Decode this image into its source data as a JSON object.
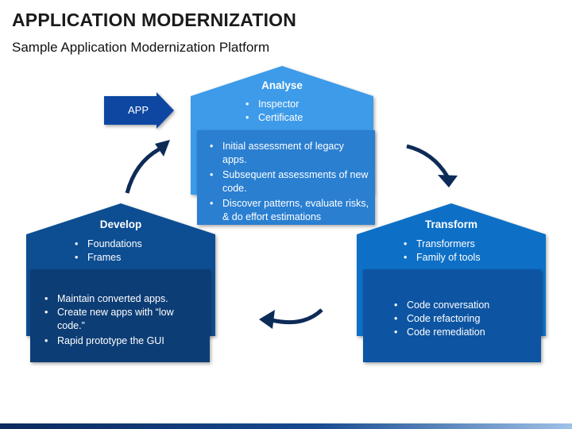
{
  "header": {
    "title": "APPLICATION MODERNIZATION",
    "subtitle": "Sample Application Modernization Platform"
  },
  "app_arrow": {
    "label": "APP"
  },
  "analyse": {
    "title": "Analyse",
    "items": [
      "Inspector",
      "Certificate"
    ],
    "details": [
      "Initial assessment of legacy apps.",
      "Subsequent assessments of new code.",
      "Discover patterns, evaluate risks, & do effort estimations"
    ]
  },
  "develop": {
    "title": "Develop",
    "items": [
      "Foundations",
      "Frames"
    ],
    "details": [
      "Maintain converted apps.",
      "Create new apps with “low code.”",
      "Rapid prototype the GUI"
    ]
  },
  "transform": {
    "title": "Transform",
    "items": [
      "Transformers",
      "Family of tools"
    ],
    "details": [
      "Code conversation",
      "Code refactoring",
      "Code remediation"
    ]
  },
  "colors": {
    "analyse_outer": "#3d9be9",
    "analyse_inner": "#2a7fd1",
    "develop_outer": "#0f4e92",
    "develop_inner": "#0b3c74",
    "transform_outer": "#0f6fc6",
    "transform_inner": "#0a55a2",
    "arrow": "#0d2b57",
    "app_arrow": "#0d47a1"
  }
}
